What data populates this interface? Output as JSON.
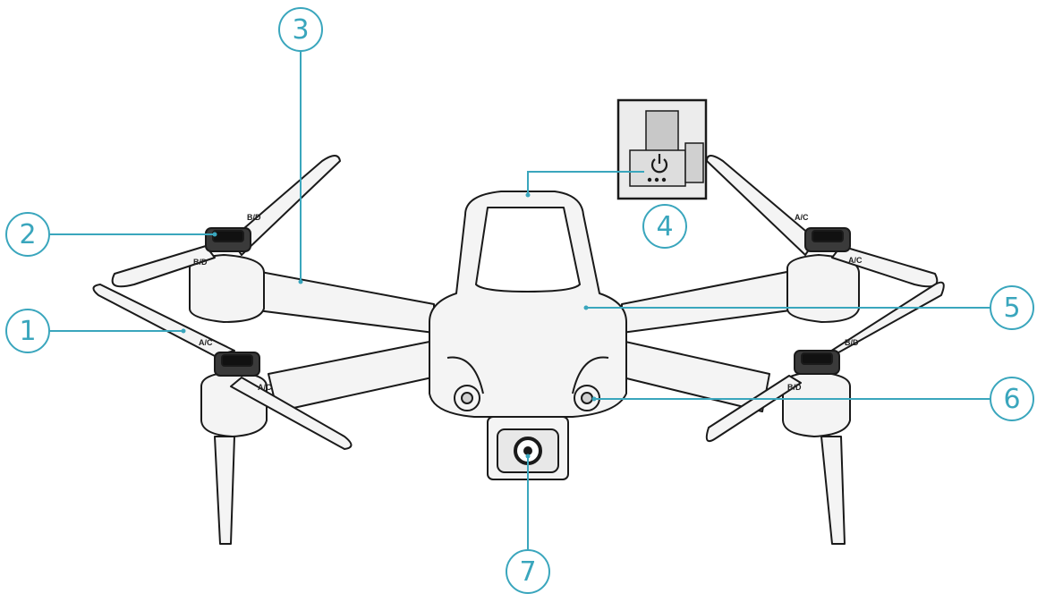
{
  "callouts": [
    {
      "number": "1"
    },
    {
      "number": "2"
    },
    {
      "number": "3"
    },
    {
      "number": "4"
    },
    {
      "number": "5"
    },
    {
      "number": "6"
    },
    {
      "number": "7"
    }
  ],
  "propeller_labels": {
    "front_left_top": "B/D",
    "front_left_bottom": "B/D",
    "rear_left_top": "A/C",
    "rear_left_bottom": "A/C",
    "front_right_top": "A/C",
    "front_right_bottom": "A/C",
    "rear_right_top": "B/D",
    "rear_right_bottom": "B/D"
  },
  "colors": {
    "callout": "#3aa6bd",
    "outline": "#1a1a1a",
    "body_fill": "#f4f4f4"
  },
  "icons": {
    "power_button": "power-icon"
  }
}
